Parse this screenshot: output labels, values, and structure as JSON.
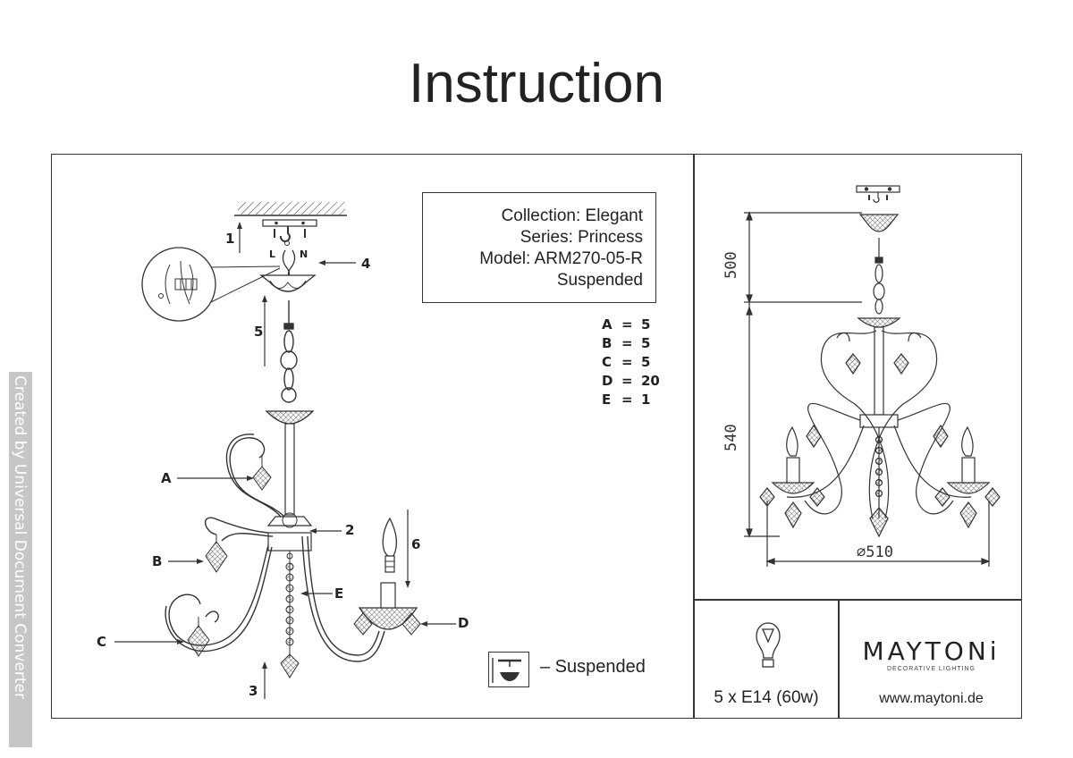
{
  "title": "Instruction",
  "info": {
    "collection": "Collection: Elegant",
    "series": "Series: Princess",
    "model": "Model: ARM270-05-R",
    "type": "Suspended"
  },
  "quantities": [
    {
      "key": "A",
      "eq": "=",
      "value": "5"
    },
    {
      "key": "B",
      "eq": "=",
      "value": "5"
    },
    {
      "key": "C",
      "eq": "=",
      "value": "5"
    },
    {
      "key": "D",
      "eq": "=",
      "value": "20"
    },
    {
      "key": "E",
      "eq": "=",
      "value": "1"
    }
  ],
  "part_labels": {
    "A": "A",
    "B": "B",
    "C": "C",
    "D": "D",
    "E": "E"
  },
  "step_labels": {
    "s1": "1",
    "s2": "2",
    "s3": "3",
    "s4": "4",
    "s5": "5",
    "s6": "6"
  },
  "wire_labels": {
    "L": "L",
    "N": "N"
  },
  "suspended_label": "– Suspended",
  "dimensions": {
    "top": "500",
    "height": "540",
    "diameter": "⌀510"
  },
  "bulb": "5 x E14 (60w)",
  "brand": {
    "name": "MAYTONi",
    "sub": "DECORATIVE LIGHTING",
    "site": "www.maytoni.de"
  },
  "watermark": "Created by Universal Document Converter"
}
